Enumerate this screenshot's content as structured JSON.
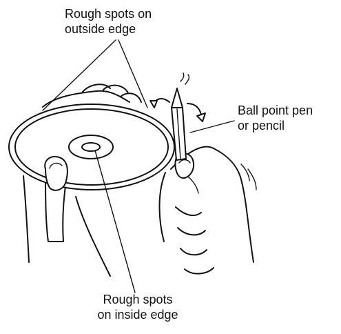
{
  "labels": {
    "outside_line1": "Rough spots on",
    "outside_line2": "outside edge",
    "pen_line1": "Ball point pen",
    "pen_line2": "or pencil",
    "inside_line1": "Rough spots",
    "inside_line2": "on inside edge"
  },
  "icons": {
    "disc": "disc-icon",
    "pen": "pencil-icon",
    "left_hand": "left-hand-icon",
    "right_hand": "right-hand-icon"
  },
  "colors": {
    "ink": "#111111",
    "background": "#ffffff"
  }
}
